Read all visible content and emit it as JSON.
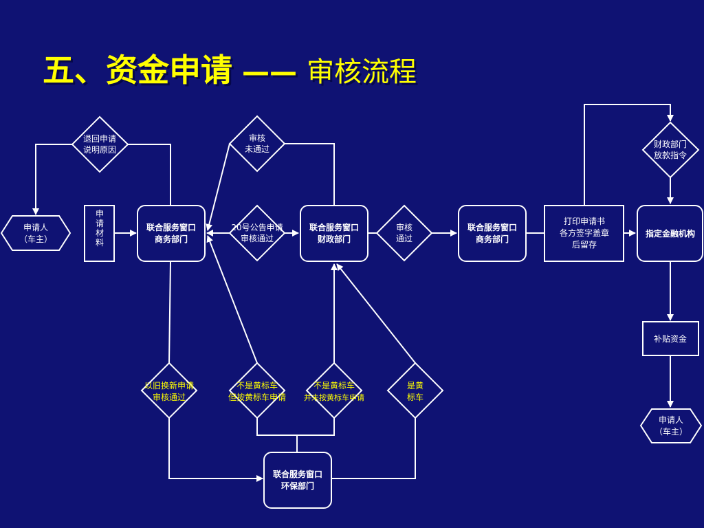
{
  "title": {
    "main": "五、资金申请",
    "dash": "——",
    "sub": "审核流程"
  },
  "colors": {
    "background": "#0f1273",
    "title": "#ffff00",
    "line": "#ffffff",
    "node_text": "#ffffff",
    "decision_text": "#ffff00"
  },
  "nodes": {
    "applicant_start": [
      "申请人",
      "（车主）"
    ],
    "materials": [
      "申",
      "请",
      "材",
      "料"
    ],
    "commerce_1": [
      "联合服务窗口",
      "商务部门"
    ],
    "finance": [
      "联合服务窗口",
      "财政部门"
    ],
    "commerce_2": [
      "联合服务窗口",
      "商务部门"
    ],
    "print": [
      "打印申请书",
      "各方签字盖章",
      "后留存"
    ],
    "bank": [
      "指定金融机构"
    ],
    "subsidy": [
      "补贴资金"
    ],
    "applicant_end": [
      "申请人",
      "（车主）"
    ],
    "env": [
      "联合服务窗口",
      "环保部门"
    ]
  },
  "decisions": {
    "return": [
      "退回申请",
      "说明原因"
    ],
    "reject": [
      "审核",
      "未通过"
    ],
    "notice20": [
      "20号公告申请",
      "审核通过"
    ],
    "pass": [
      "审核",
      "通过"
    ],
    "payment_order": [
      "财政部门",
      "放款指令"
    ],
    "trade_in": [
      "以旧换新申请",
      "审核通过"
    ],
    "not_yellow_but": [
      "不是黄标车",
      "但按黄标车申请"
    ],
    "not_yellow_not": [
      "不是黄标车",
      "并未按黄标车申请"
    ],
    "yellow": [
      "是黄",
      "标车"
    ]
  }
}
